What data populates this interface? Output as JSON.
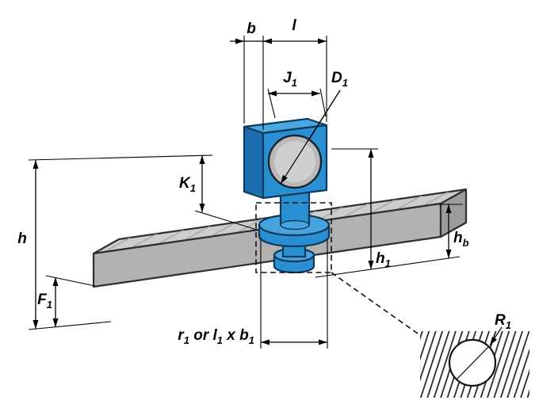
{
  "diagram": {
    "labels": {
      "b": {
        "main": "b"
      },
      "l": {
        "main": "l"
      },
      "J1": {
        "main": "J",
        "sub": "1"
      },
      "D1": {
        "main": "D",
        "sub": "1"
      },
      "K1": {
        "main": "K",
        "sub": "1"
      },
      "h": {
        "main": "h"
      },
      "F1": {
        "main": "F",
        "sub": "1"
      },
      "h1": {
        "main": "h",
        "sub": "1"
      },
      "hb": {
        "main": "h",
        "sub": "b"
      },
      "R1": {
        "main": "R",
        "sub": "1"
      },
      "slot": {
        "r": "r",
        "r_sub": "1",
        "or": " or ",
        "l": "l",
        "l_sub": "1",
        "x": " x ",
        "b": "b",
        "b_sub": "1"
      }
    },
    "colors": {
      "block_top": "#4aa7df",
      "block_left": "#1c6fae",
      "block_front": "#2a8fd2",
      "bolt_blue": "#2a8fd2",
      "bolt_light": "#47a3db",
      "bore_gray": "#b9b9b9",
      "bore_face": "#cfcfcf",
      "bar_top": "#cdcdcd",
      "bar_front": "#b2b2b2",
      "bar_end": "#9c9c9c",
      "hatch_bar": "#9f9f9f",
      "hatch_detail": "#1d1d1d",
      "outline": "#1a1a1a",
      "dimension": "#000000",
      "background": "#ffffff"
    }
  }
}
